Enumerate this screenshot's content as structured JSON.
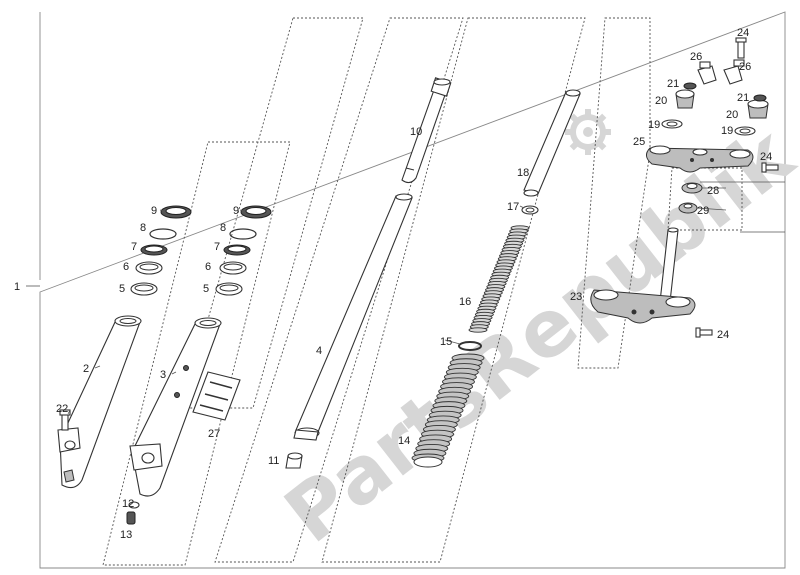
{
  "watermark": "PartsRepublik",
  "labels": {
    "l1": "1",
    "l2": "2",
    "l3": "3",
    "l4": "4",
    "l5a": "5",
    "l5b": "5",
    "l6a": "6",
    "l6b": "6",
    "l7a": "7",
    "l7b": "7",
    "l8a": "8",
    "l8b": "8",
    "l9a": "9",
    "l9b": "9",
    "l10": "10",
    "l11": "11",
    "l12": "12",
    "l13": "13",
    "l14": "14",
    "l15": "15",
    "l16": "16",
    "l17": "17",
    "l18": "18",
    "l19a": "19",
    "l19b": "19",
    "l20a": "20",
    "l20b": "20",
    "l21a": "21",
    "l21b": "21",
    "l22": "22",
    "l23": "23",
    "l24a": "24",
    "l24b": "24",
    "l24c": "24",
    "l25": "25",
    "l26a": "26",
    "l26b": "26",
    "l27": "27",
    "l28": "28",
    "l29": "29"
  }
}
